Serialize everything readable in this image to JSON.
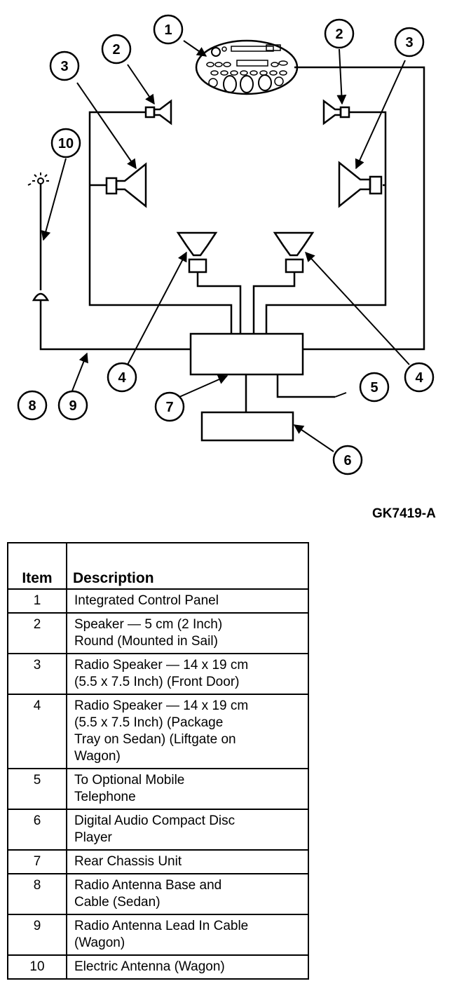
{
  "figure_code": "GK7419-A",
  "callouts": [
    "1",
    "2",
    "2",
    "3",
    "3",
    "10",
    "4",
    "4",
    "5",
    "6",
    "7",
    "8",
    "9"
  ],
  "table": {
    "headers": {
      "item": "Item",
      "description": "Description"
    },
    "rows": [
      {
        "item": "1",
        "lines": [
          "Integrated Control Panel"
        ]
      },
      {
        "item": "2",
        "lines": [
          "Speaker — 5 cm (2 Inch)",
          "Round (Mounted in Sail)"
        ]
      },
      {
        "item": "3",
        "lines": [
          "Radio Speaker — 14 x 19 cm",
          "(5.5 x 7.5 Inch) (Front Door)"
        ]
      },
      {
        "item": "4",
        "lines": [
          "Radio Speaker — 14 x 19 cm",
          "(5.5 x 7.5 Inch) (Package",
          "Tray on Sedan) (Liftgate on",
          "Wagon)"
        ]
      },
      {
        "item": "5",
        "lines": [
          "To Optional Mobile",
          "Telephone"
        ]
      },
      {
        "item": "6",
        "lines": [
          "Digital Audio Compact Disc",
          "Player"
        ]
      },
      {
        "item": "7",
        "lines": [
          "Rear Chassis Unit"
        ]
      },
      {
        "item": "8",
        "lines": [
          "Radio Antenna Base and",
          "Cable  (Sedan)"
        ]
      },
      {
        "item": "9",
        "lines": [
          "Radio Antenna Lead In Cable",
          "(Wagon)"
        ]
      },
      {
        "item": "10",
        "lines": [
          "Electric Antenna  (Wagon)"
        ]
      }
    ]
  }
}
